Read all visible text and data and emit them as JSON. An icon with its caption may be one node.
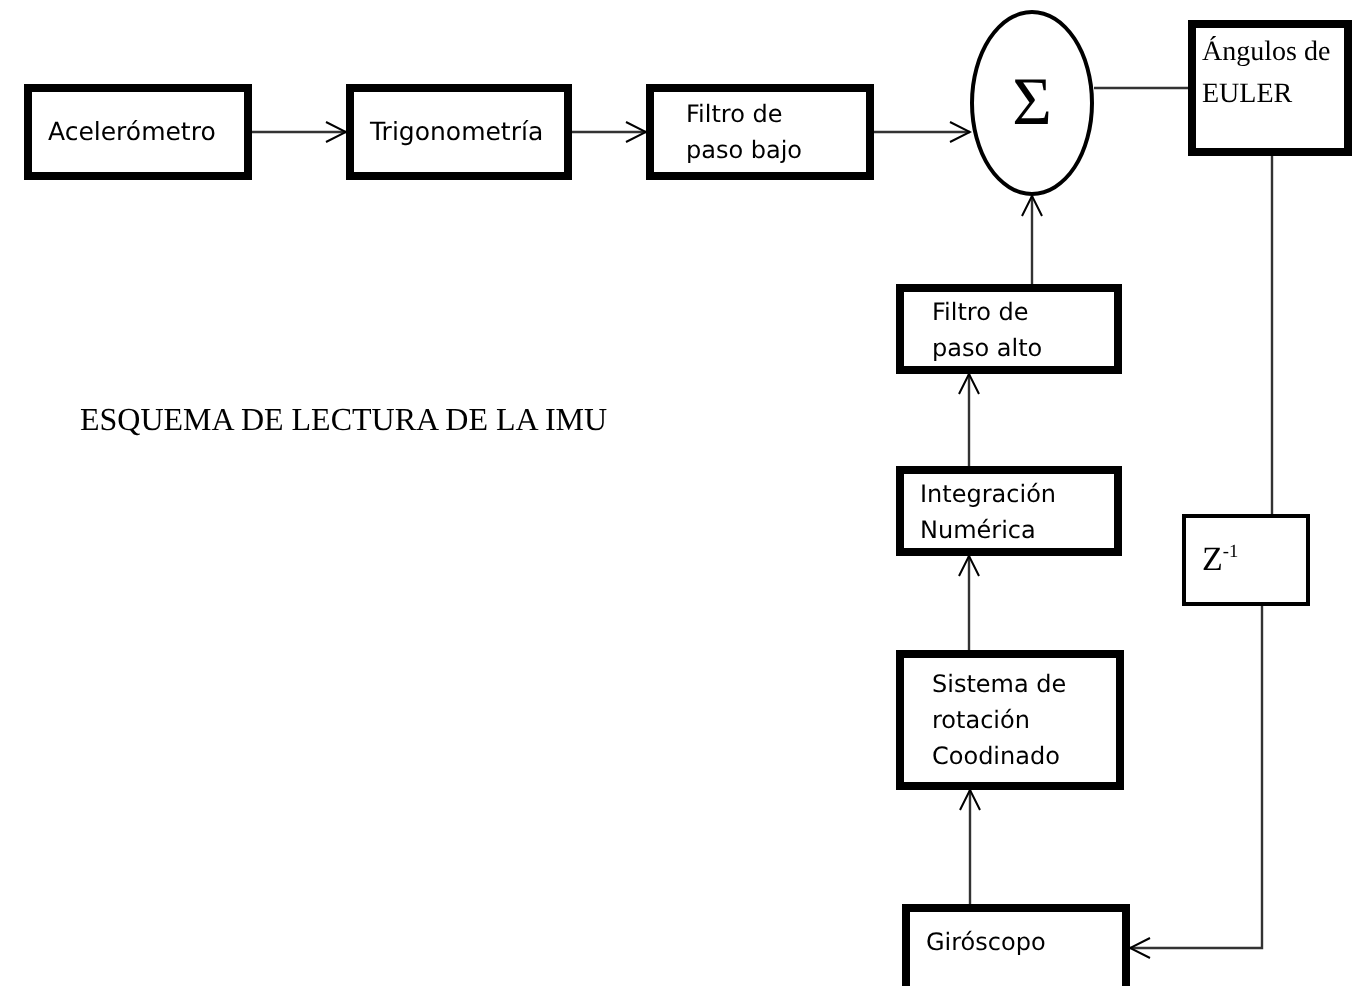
{
  "diagram": {
    "nodes": [
      {
        "text": [
          "Acelerómetro"
        ]
      },
      {
        "text": [
          "Trigonometría"
        ]
      },
      {
        "text": [
          "Filtro de paso bajo"
        ]
      },
      {
        "text": [
          "Σ"
        ]
      },
      {
        "text": [
          "Ángulos de EULER"
        ]
      },
      {
        "text": [
          "Filtro de paso alto"
        ]
      },
      {
        "text": [
          "Integración Numérica"
        ]
      },
      {
        "text": [
          "Z$^{-1}$"
        ]
      },
      {
        "text": [
          "Sistema de rotación Coodinado"
        ]
      },
      {
        "text": [
          "Giróscopo"
        ]
      }
    ],
    "edges": [
      {
        "from": 0,
        "to": 1,
        "arrow": "to"
      },
      {
        "from": 1,
        "to": 2,
        "arrow": "to"
      },
      {
        "from": 2,
        "to": 3,
        "arrow": "to"
      },
      {
        "from": 3,
        "to": 4,
        "arrow": "none"
      },
      {
        "from": 5,
        "to": 3,
        "arrow": "to"
      },
      {
        "from": 6,
        "to": 5,
        "arrow": "to"
      },
      {
        "from": 8,
        "to": 6,
        "arrow": "to"
      },
      {
        "from": 9,
        "to": 8,
        "arrow": "to"
      },
      {
        "from": 4,
        "to": 7,
        "arrow": "none"
      },
      {
        "from": 7,
        "to": 9,
        "arrow": "to"
      }
    ],
    "title": "ESQUEMA DE LECTURA DE LA IMU"
  }
}
